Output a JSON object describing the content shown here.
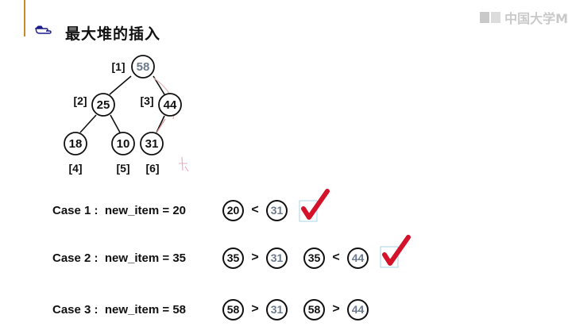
{
  "slide": {
    "title": "最大堆的插入",
    "bullet_icon": "pointing-hand-icon",
    "watermark": "中国大学M"
  },
  "tree": {
    "nodes": [
      {
        "value": "58",
        "index_label": "[1]",
        "gray": true
      },
      {
        "value": "25",
        "index_label": "[2]",
        "gray": false
      },
      {
        "value": "44",
        "index_label": "[3]",
        "gray": false
      },
      {
        "value": "18",
        "index_label": "[4]",
        "gray": false
      },
      {
        "value": "10",
        "index_label": "[5]",
        "gray": false
      },
      {
        "value": "31",
        "index_label": "[6]",
        "gray": false
      }
    ]
  },
  "cases": [
    {
      "label": "Case 1 :  new_item = 20",
      "compare": [
        {
          "v": "20",
          "gray": false
        },
        {
          "op": "<"
        },
        {
          "v": "31",
          "gray": true
        }
      ],
      "checked": true
    },
    {
      "label": "Case 2 :  new_item = 35",
      "compare": [
        {
          "v": "35",
          "gray": false
        },
        {
          "op": ">"
        },
        {
          "v": "31",
          "gray": true
        },
        {
          "gap": true
        },
        {
          "v": "35",
          "gray": false
        },
        {
          "op": "<"
        },
        {
          "v": "44",
          "gray": true
        }
      ],
      "checked": true
    },
    {
      "label": "Case 3 :  new_item = 58",
      "compare": [
        {
          "v": "58",
          "gray": false
        },
        {
          "op": ">"
        },
        {
          "v": "31",
          "gray": true
        },
        {
          "gap": true
        },
        {
          "v": "58",
          "gray": false
        },
        {
          "op": ">"
        },
        {
          "v": "44",
          "gray": true
        }
      ],
      "checked": false
    }
  ],
  "colors": {
    "accent_rule": "#c98a2a",
    "check": "#d4122a",
    "gray_text": "#6c7a8c"
  }
}
